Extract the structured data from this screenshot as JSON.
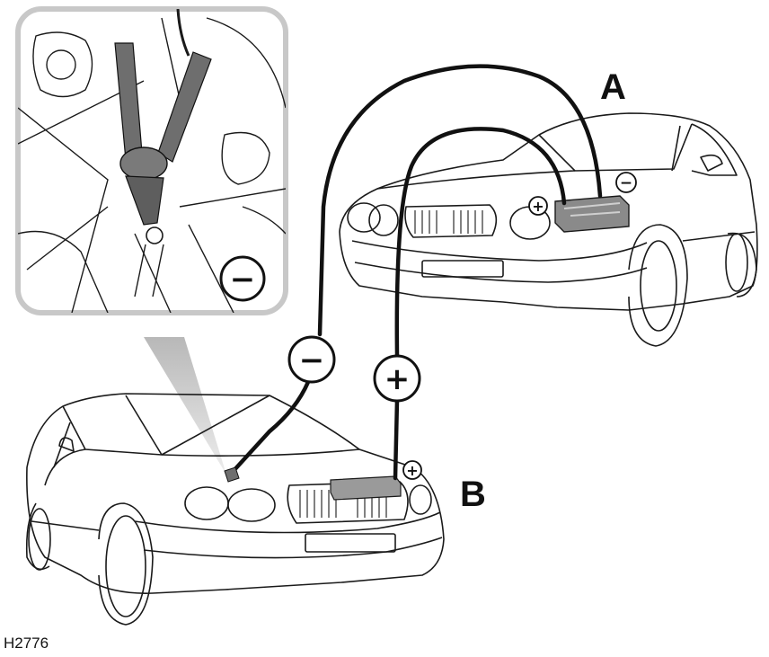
{
  "labels": {
    "car_a": "A",
    "car_b": "B",
    "figure_code": "H2776"
  },
  "symbols": {
    "negative": "−",
    "positive": "+"
  },
  "colors": {
    "line": "#1a1a1a",
    "inset_border": "#c8c8c8",
    "clamp": "#6e6e6e",
    "battery": "#8a8a8a",
    "pointer": "#c0c0c0"
  }
}
